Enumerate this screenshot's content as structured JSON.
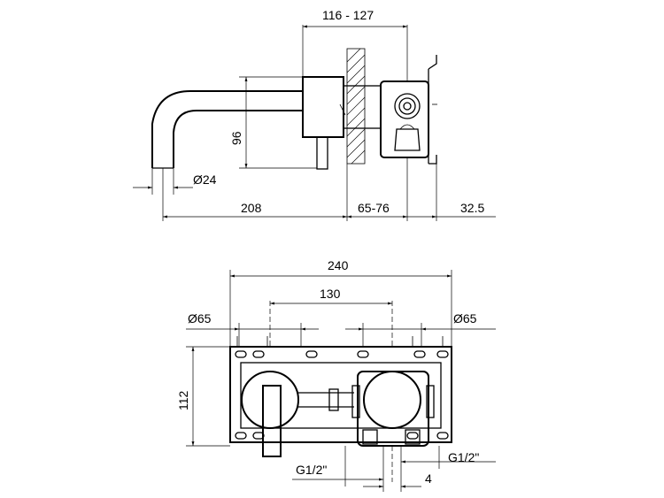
{
  "top_view": {
    "dims": {
      "depth_range": "116 - 127",
      "height": "96",
      "diameter": "Ø24",
      "spout_length": "208",
      "wall_range": "65-76",
      "offset": "32.5"
    }
  },
  "front_view": {
    "dims": {
      "width": "240",
      "center": "130",
      "dia_left": "Ø65",
      "dia_right": "Ø65",
      "height": "112",
      "thread_left": "G1/2\"",
      "thread_right": "G1/2\"",
      "gap": "4"
    }
  }
}
